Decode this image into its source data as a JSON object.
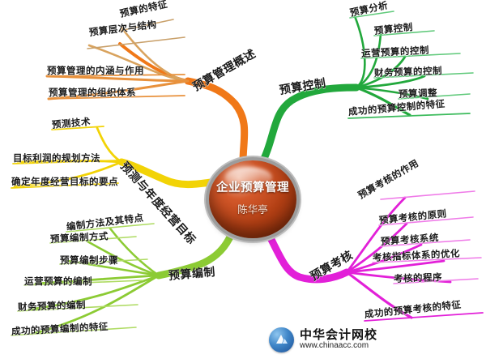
{
  "center": {
    "title": "企业预算管理",
    "author": "陈华亭"
  },
  "colors": {
    "overview": "#F07818",
    "control": "#22A83C",
    "forecast": "#F2D306",
    "preparation": "#8CCB34",
    "appraisal": "#E220D8",
    "center_fill": "#B23F14",
    "text": "#1A1A1A"
  },
  "branches": [
    {
      "id": "overview",
      "label": "预算管理概述",
      "color": "#F07818",
      "children": [
        "预算的特征",
        "预算层次与结构",
        "预算管理的内涵与作用",
        "预算管理的组织体系"
      ]
    },
    {
      "id": "control",
      "label": "预算控制",
      "color": "#22A83C",
      "children": [
        "预算分析",
        "预算控制",
        "运营预算的控制",
        "财务预算的控制",
        "预算调整",
        "成功的预算控制的特征"
      ]
    },
    {
      "id": "forecast",
      "label": "预测与年度经营目标",
      "color": "#F2D306",
      "children": [
        "预测技术",
        "目标利润的规划方法",
        "确定年度经营目标的要点"
      ]
    },
    {
      "id": "preparation",
      "label": "预算编制",
      "color": "#8CCB34",
      "children": [
        "编制方法及其特点",
        "预算编制方式",
        "预算编制步骤",
        "运营预算的编制",
        "财务预算的编制",
        "成功的预算编制的特征"
      ]
    },
    {
      "id": "appraisal",
      "label": "预算考核",
      "color": "#E220D8",
      "children": [
        "预算考核的作用",
        "预算考核的原则",
        "预算考核系统",
        "考核指标体系的优化",
        "考核的程序",
        "成功的预算考核的特征"
      ]
    }
  ],
  "watermark": {
    "name": "中华会计网校",
    "url": "www.chinaacc.com",
    "icon": "book-logo-icon"
  }
}
